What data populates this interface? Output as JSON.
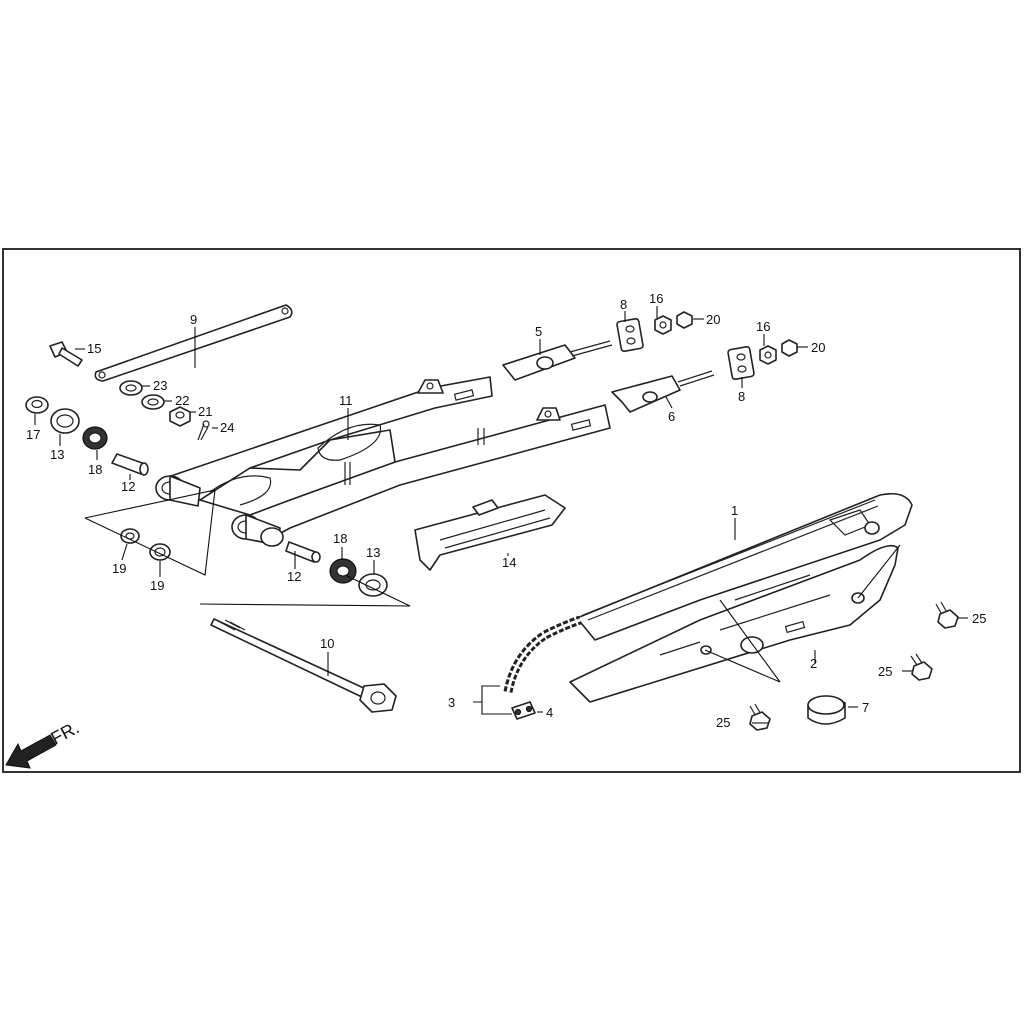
{
  "callouts": [
    "1",
    "2",
    "3",
    "4",
    "5",
    "6",
    "7",
    "8",
    "8",
    "9",
    "10",
    "11",
    "12",
    "12",
    "13",
    "13",
    "14",
    "15",
    "16",
    "16",
    "17",
    "18",
    "18",
    "19",
    "19",
    "20",
    "20",
    "21",
    "22",
    "23",
    "24",
    "25",
    "25",
    "25"
  ],
  "front_label": "FR.",
  "colors": {
    "line": "#222222",
    "fill": "#ffffff",
    "frame": "#333333"
  },
  "icons": [
    "front-direction-arrow-icon"
  ]
}
